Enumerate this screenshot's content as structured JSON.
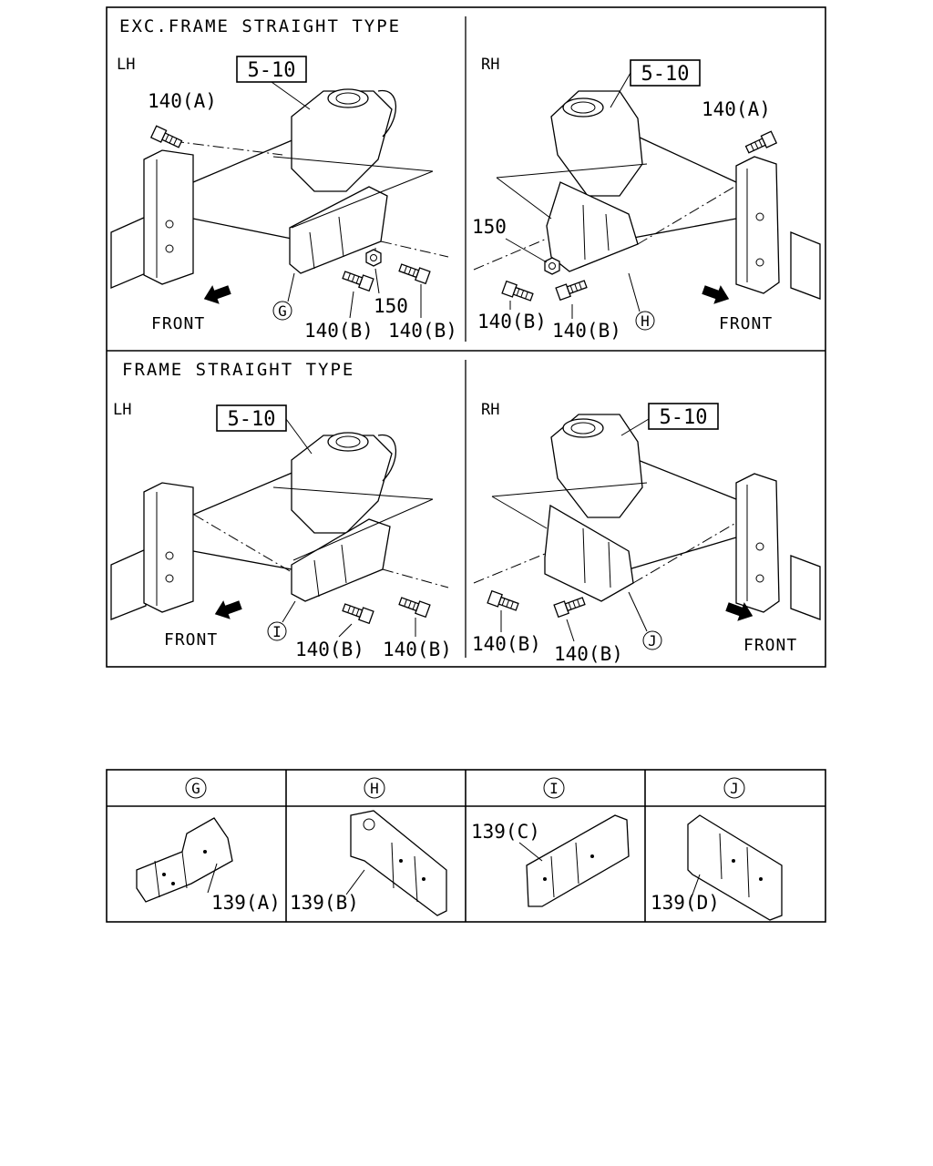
{
  "top_panel": {
    "section_title": "EXC.FRAME STRAIGHT TYPE",
    "lh": {
      "side_label": "LH",
      "ref_label": "5-10",
      "callouts": [
        "140(A)",
        "150",
        "140(B)",
        "140(B)"
      ],
      "bracket_marker": "G",
      "front_label": "FRONT"
    },
    "rh": {
      "side_label": "RH",
      "ref_label": "5-10",
      "callouts": [
        "140(A)",
        "150",
        "140(B)",
        "140(B)"
      ],
      "bracket_marker": "H",
      "front_label": "FRONT"
    }
  },
  "bottom_panel": {
    "section_title": "FRAME STRAIGHT TYPE",
    "lh": {
      "side_label": "LH",
      "ref_label": "5-10",
      "callouts": [
        "140(B)",
        "140(B)"
      ],
      "bracket_marker": "I",
      "front_label": "FRONT"
    },
    "rh": {
      "side_label": "RH",
      "ref_label": "5-10",
      "callouts": [
        "140(B)",
        "140(B)"
      ],
      "bracket_marker": "J",
      "front_label": "FRONT"
    }
  },
  "legend": {
    "columns": [
      {
        "marker": "G",
        "part": "139(A)"
      },
      {
        "marker": "H",
        "part": "139(B)"
      },
      {
        "marker": "I",
        "part": "139(C)"
      },
      {
        "marker": "J",
        "part": "139(D)"
      }
    ]
  }
}
